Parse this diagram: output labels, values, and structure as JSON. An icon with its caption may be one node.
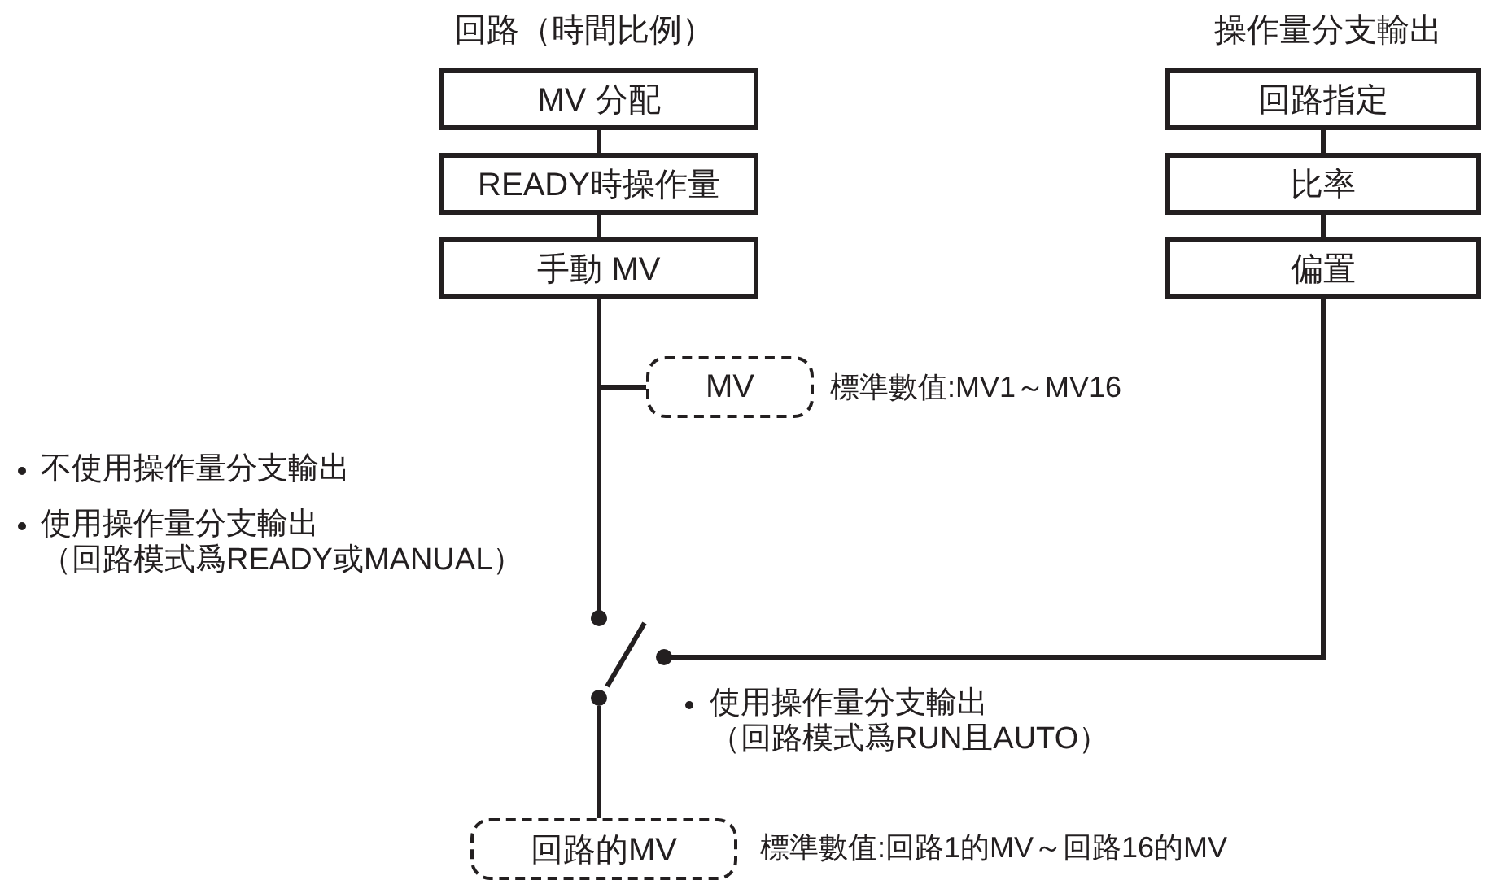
{
  "diagram": {
    "nodes": [
      {
        "text": [
          "MV 分配"
        ]
      },
      {
        "text": [
          "READY時操作量"
        ]
      },
      {
        "text": [
          "手動 MV"
        ]
      },
      {
        "text": [
          "回路指定"
        ]
      },
      {
        "text": [
          "比率"
        ]
      },
      {
        "text": [
          "偏置"
        ]
      },
      {
        "text": [
          "MV"
        ],
        "beside": [
          "標準數值:MV1～MV16"
        ]
      },
      {
        "text": [],
        "shape": "circle"
      },
      {
        "text": [],
        "shape": "circle"
      },
      {
        "text": [],
        "shape": "circle"
      },
      {
        "text": [
          "回路的MV"
        ],
        "beside": [
          "標準數值:回路1的MV～回路16的MV"
        ]
      }
    ],
    "edges": [
      {
        "from": 0,
        "to": 1,
        "arrow": "none"
      },
      {
        "from": 1,
        "to": 2,
        "arrow": "none"
      },
      {
        "from": 3,
        "to": 4,
        "arrow": "none"
      },
      {
        "from": 4,
        "to": 5,
        "arrow": "none"
      },
      {
        "from": 2,
        "to": 6,
        "arrow": "none"
      },
      {
        "from": 2,
        "to": 7,
        "arrow": "none"
      },
      {
        "from": 5,
        "to": 8,
        "arrow": "none"
      },
      {
        "from": 9,
        "to": 10,
        "arrow": "none"
      }
    ],
    "labels": [
      "回路（時間比例）",
      "操作量分支輸出",
      "不使用操作量分支輸出",
      "使用操作量分支輸出（回路模式爲READY或MANUAL）",
      "使用操作量分支輸出（回路模式爲RUN且AUTO）"
    ]
  }
}
